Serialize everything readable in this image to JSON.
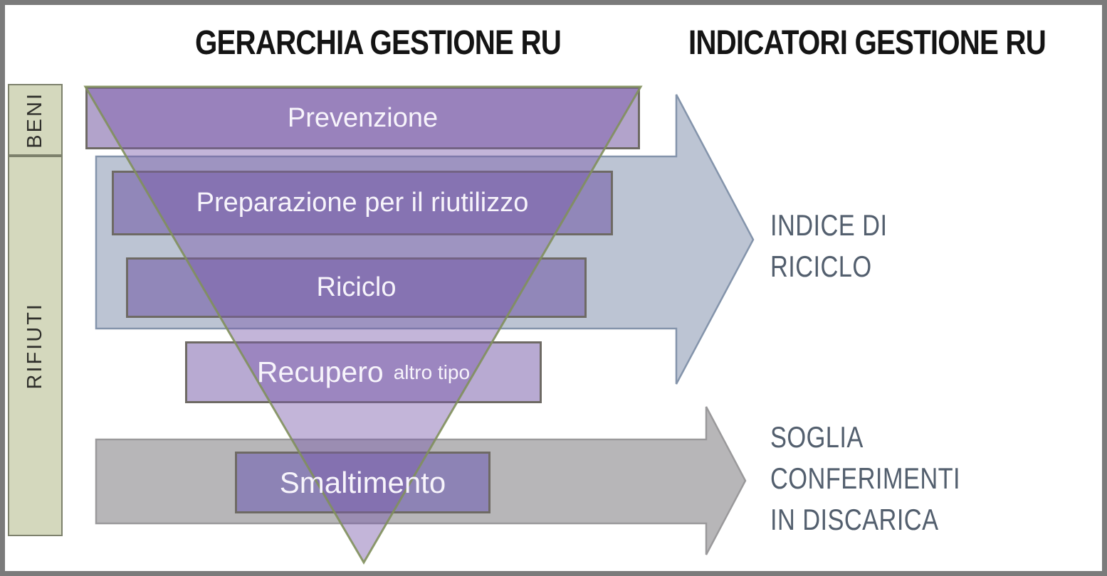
{
  "header": {
    "hierarchy_title": "GERARCHIA GESTIONE RU",
    "indicators_title": "INDICATORI GESTIONE RU"
  },
  "side_labels": {
    "goods": "BENI",
    "waste": "RIFIUTI"
  },
  "funnel": {
    "bars": [
      {
        "label": "Prevenzione"
      },
      {
        "label": "Preparazione per il riutilizzo"
      },
      {
        "label": "Riciclo"
      },
      {
        "label": "Recupero",
        "sublabel": "altro tipo"
      },
      {
        "label": "Smaltimento"
      }
    ]
  },
  "indicators": {
    "recycling_index": {
      "lines": [
        "INDICE DI",
        "RICICLO"
      ]
    },
    "landfill_threshold": {
      "lines": [
        "SOGLIA",
        "CONFERIMENTI",
        "IN DISCARICA"
      ]
    }
  },
  "colors": {
    "bar_light": "#b2a3cb",
    "bar_light_alt": "#b8aad2",
    "bar_medium": "#9187b9",
    "bar_disposal": "#8d83b5",
    "bar_border": "#6e6a64",
    "funnel_fill": "rgba(122,91,171,0.45)",
    "funnel_border": "#81905c",
    "recycle_arrow_fill": "#bcc4d3",
    "recycle_arrow_border": "#8494ab",
    "landfill_arrow_fill": "#b7b6b8",
    "landfill_arrow_border": "#9a999b",
    "side_box_fill": "#d4d8bd",
    "side_box_border": "#7d816c",
    "indicator_text": "#535f6e",
    "title_text": "#141414",
    "bar_text": "#f7f4fb"
  }
}
